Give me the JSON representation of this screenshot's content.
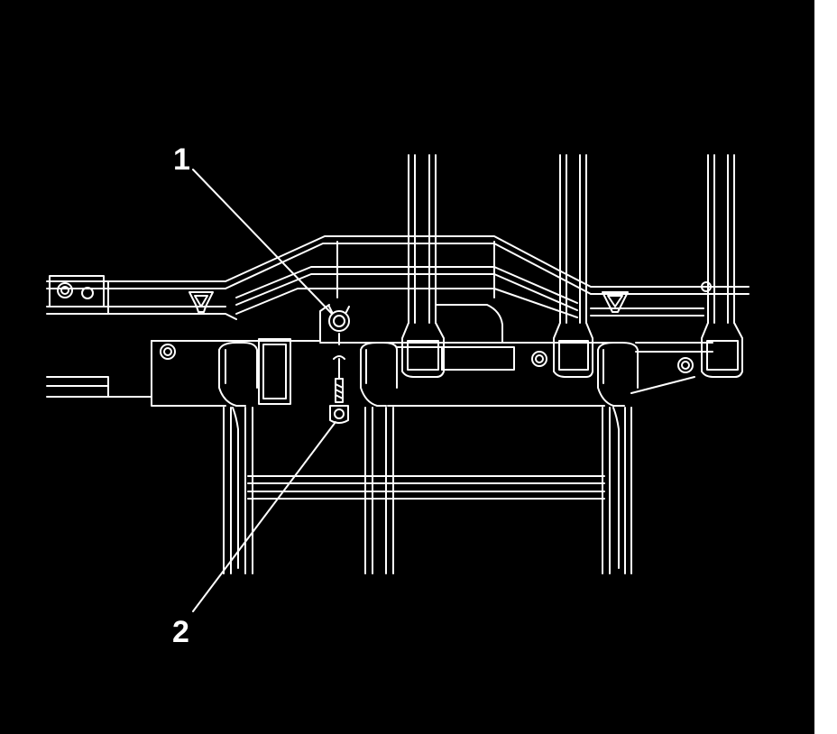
{
  "colors": {
    "background": "#000000",
    "line": "#ffffff",
    "margin": "#ffffff"
  },
  "callouts": [
    {
      "id": "1",
      "label": "1",
      "target": "nut"
    },
    {
      "id": "2",
      "label": "2",
      "target": "bolt"
    }
  ]
}
